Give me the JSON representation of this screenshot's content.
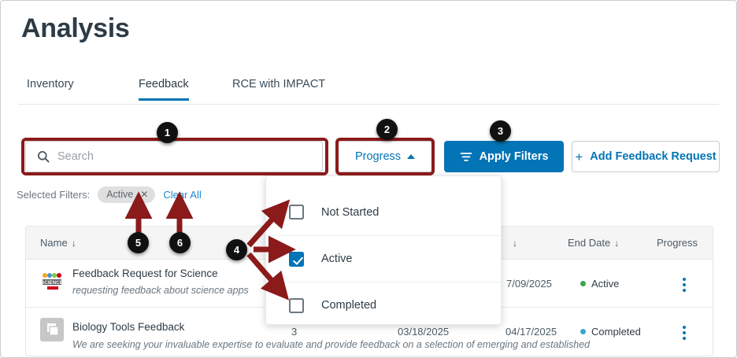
{
  "page": {
    "title": "Analysis"
  },
  "tabs": [
    {
      "label": "Inventory",
      "active": false
    },
    {
      "label": "Feedback",
      "active": true
    },
    {
      "label": "RCE with IMPACT",
      "active": false
    }
  ],
  "toolbar": {
    "search_placeholder": "Search",
    "search_value": "",
    "search_icon": "search-icon",
    "progress_filter_label": "Progress",
    "progress_caret_icon": "chevron-up-icon",
    "apply_filters_label": "Apply Filters",
    "apply_filters_icon": "filter-icon",
    "apply_filters_color": "#0374B5",
    "add_request_label": "Add Feedback Request",
    "add_request_icon": "plus-icon"
  },
  "selected_filters": {
    "label": "Selected Filters:",
    "pills": [
      {
        "label": "Active",
        "remove_icon": "close-icon"
      }
    ],
    "clear_all_label": "Clear All"
  },
  "progress_dropdown": {
    "options": [
      {
        "label": "Not Started",
        "checked": false
      },
      {
        "label": "Active",
        "checked": true
      },
      {
        "label": "Completed",
        "checked": false
      }
    ]
  },
  "table": {
    "headers": [
      {
        "label": "Name",
        "sort_icon": "↓"
      },
      {
        "label": "",
        "sort_icon": "↓"
      },
      {
        "label": "End Date",
        "sort_icon": "↓"
      },
      {
        "label": "Progress",
        "sort_icon": ""
      }
    ],
    "rows": [
      {
        "icon": "science-app-icon",
        "name": "Feedback Request for Science",
        "description": "requesting feedback about science apps",
        "count": "",
        "start_date": "",
        "end_date": "7/09/2025",
        "status": "Active",
        "status_color": "#3CA34D",
        "menu_icon": "kebab-menu-icon"
      },
      {
        "icon": "generic-app-icon",
        "name": "Biology Tools Feedback",
        "description": "We are seeking your invaluable expertise to evaluate and provide feedback on a selection of emerging and established",
        "count": "3",
        "start_date": "03/18/2025",
        "end_date": "04/17/2025",
        "status": "Completed",
        "status_color": "#3CA4D0",
        "menu_icon": "kebab-menu-icon"
      }
    ]
  },
  "annotations": {
    "color": "#8B1A1A",
    "badges": [
      {
        "number": "1"
      },
      {
        "number": "2"
      },
      {
        "number": "3"
      },
      {
        "number": "4"
      },
      {
        "number": "5"
      },
      {
        "number": "6"
      }
    ]
  }
}
